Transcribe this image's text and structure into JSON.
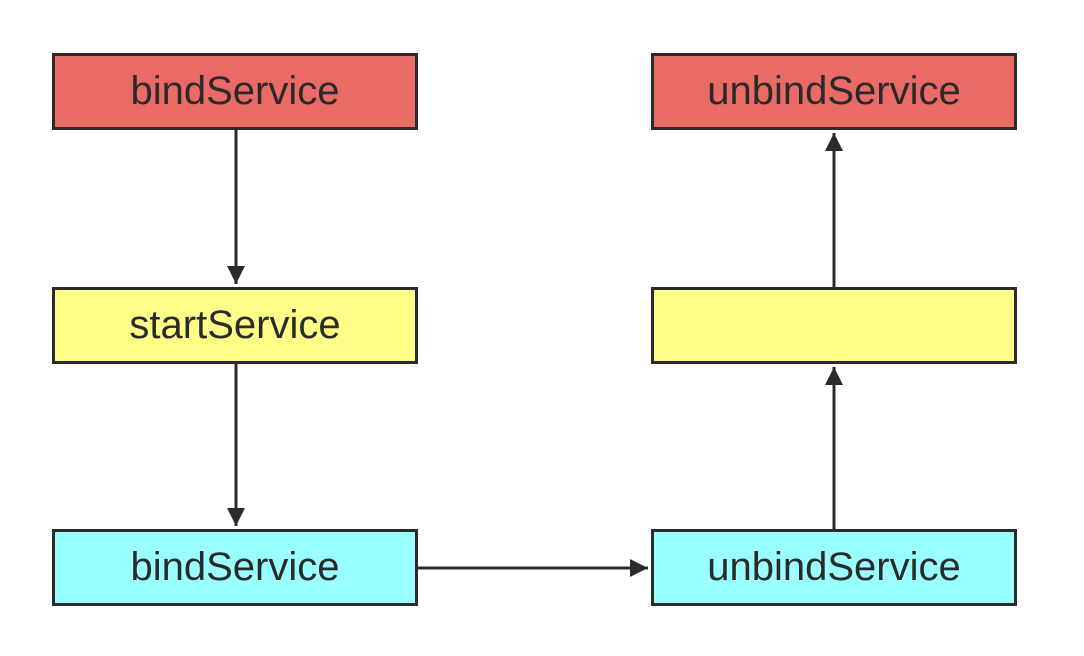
{
  "colors": {
    "red_fill": "#ea6b66",
    "yellow_fill": "#ffff88",
    "cyan_fill": "#99ffff",
    "stroke": "#2b2b2b",
    "text": "#2a2a2a"
  },
  "nodes": {
    "left_top": {
      "label": "bindService",
      "color": "red"
    },
    "left_middle": {
      "label": "startService",
      "color": "yellow"
    },
    "left_bottom": {
      "label": "bindService",
      "color": "cyan"
    },
    "right_top": {
      "label": "unbindService",
      "color": "red"
    },
    "right_middle": {
      "label": "",
      "color": "yellow"
    },
    "right_bottom": {
      "label": "unbindService",
      "color": "cyan"
    }
  },
  "edges": [
    {
      "from": "left_top",
      "to": "left_middle"
    },
    {
      "from": "left_middle",
      "to": "left_bottom"
    },
    {
      "from": "left_bottom",
      "to": "right_bottom"
    },
    {
      "from": "right_bottom",
      "to": "right_middle"
    },
    {
      "from": "right_middle",
      "to": "right_top"
    }
  ]
}
